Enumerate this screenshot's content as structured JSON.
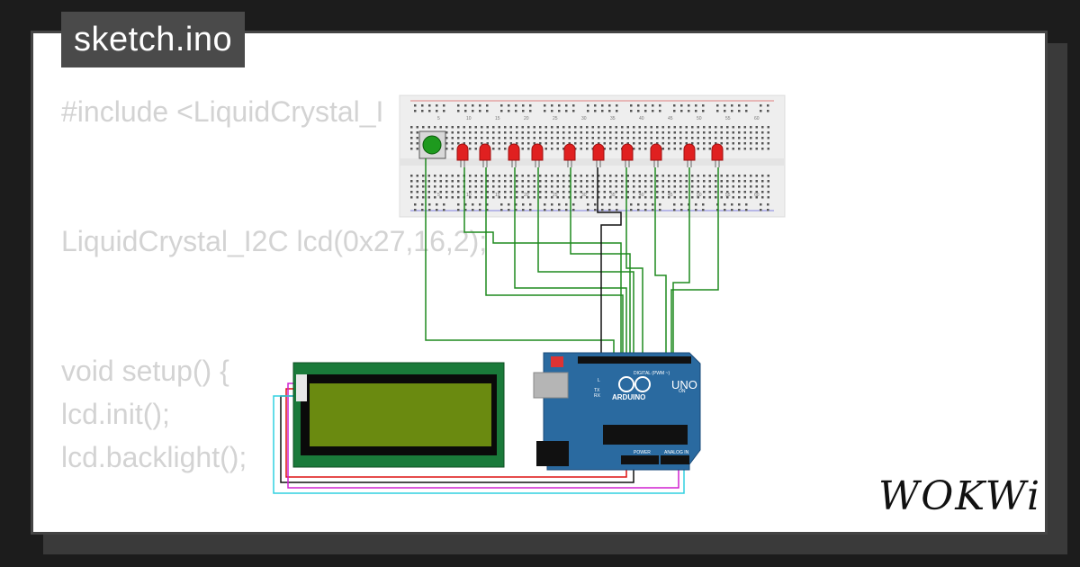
{
  "title": "sketch.ino",
  "code_lines": [
    "#include <LiquidCrystal_I",
    "LiquidCrystal_I2C lcd(0x27,16,2);",
    "void setup() {",
    "lcd.init();",
    "lcd.backlight();"
  ],
  "brand": "WOKWi",
  "board": {
    "uno_label": "UNO",
    "arduino_label": "ARDUINO",
    "digital_label": "DIGITAL (PWM ~)",
    "power_label": "POWER",
    "analog_label": "ANALOG IN",
    "on_label": "ON",
    "l_label": "L",
    "tx_label": "TX",
    "rx_label": "RX"
  },
  "breadboard": {
    "column_numbers": [
      "5",
      "10",
      "15",
      "20",
      "25",
      "30",
      "35",
      "40",
      "45",
      "50",
      "55",
      "60"
    ]
  },
  "colors": {
    "background": "#1c1c1c",
    "card": "#ffffff",
    "badge": "#4a4a4a",
    "code_text": "#d3d3d3",
    "wire_green": "#1f8a1f",
    "wire_black": "#111111",
    "wire_red": "#d11",
    "wire_magenta": "#d020d0",
    "wire_cyan": "#30d0e0",
    "arduino_blue": "#2a6aa0",
    "lcd_green": "#1a7a3a",
    "lcd_screen": "#6a8a10",
    "led_red": "#e02020"
  }
}
